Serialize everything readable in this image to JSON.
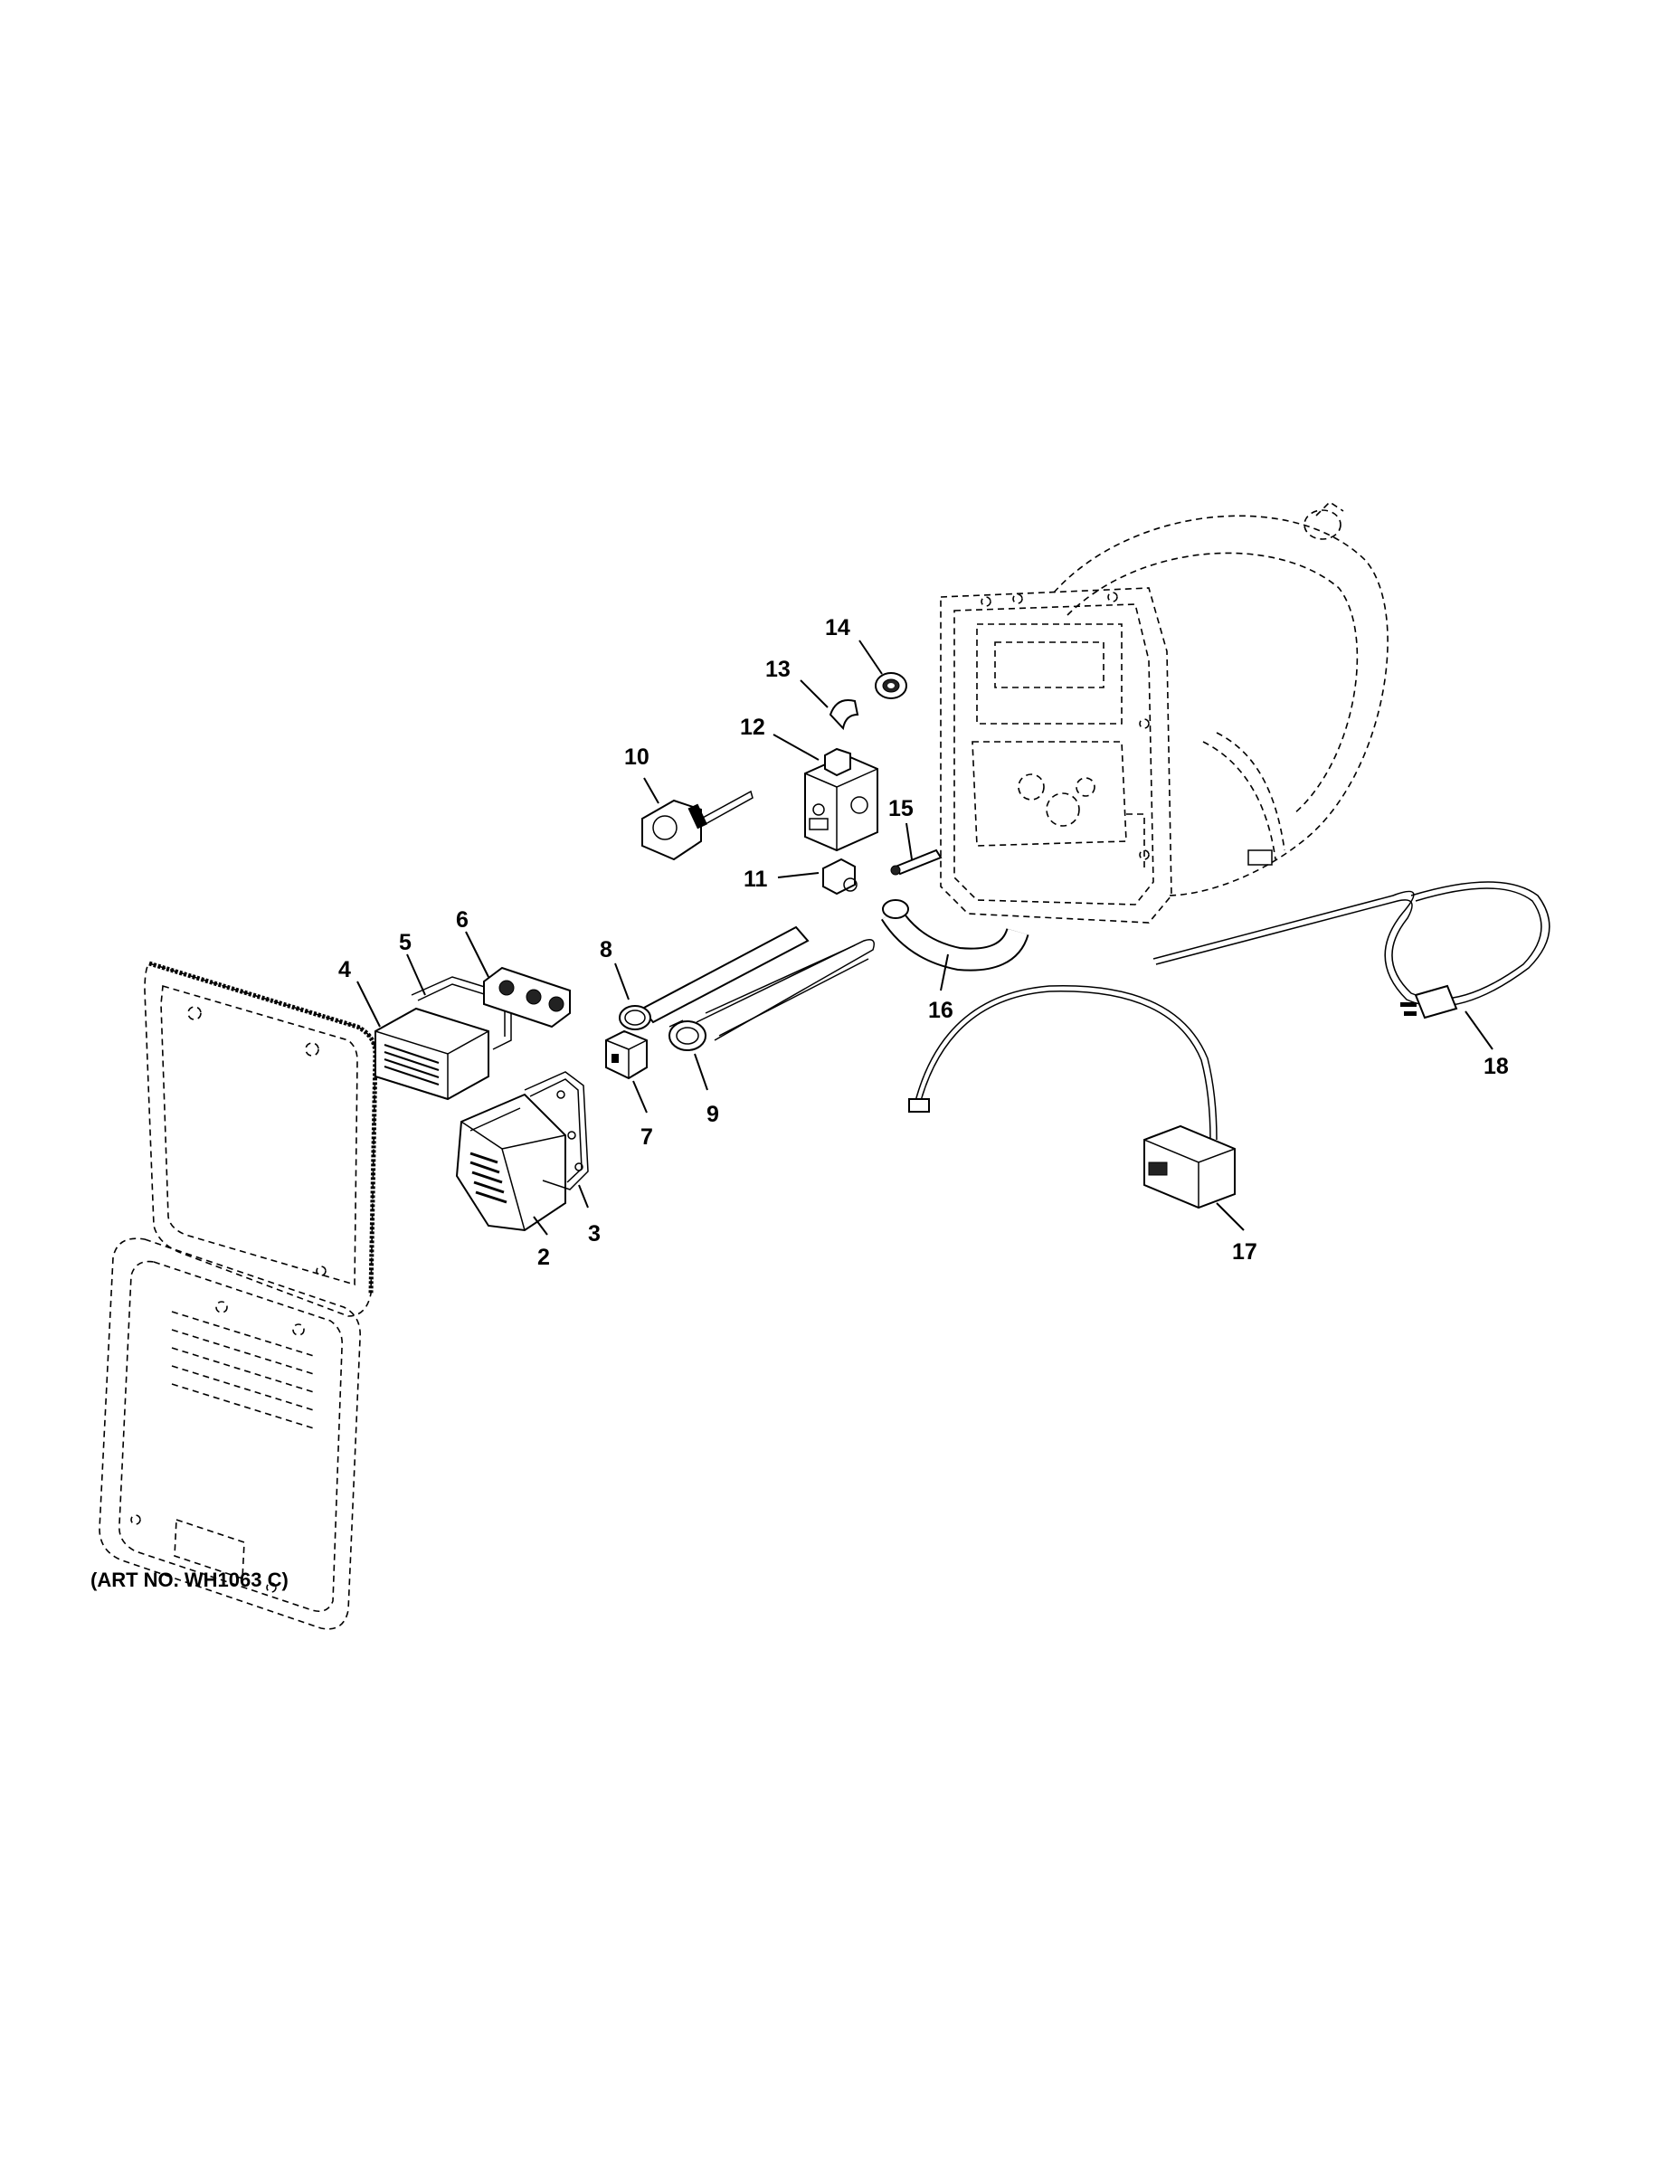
{
  "diagram": {
    "art_number": "(ART NO. WH1063 C)",
    "callouts": [
      "2",
      "3",
      "4",
      "5",
      "6",
      "7",
      "8",
      "9",
      "10",
      "11",
      "12",
      "13",
      "14",
      "15",
      "16",
      "17",
      "18"
    ]
  }
}
